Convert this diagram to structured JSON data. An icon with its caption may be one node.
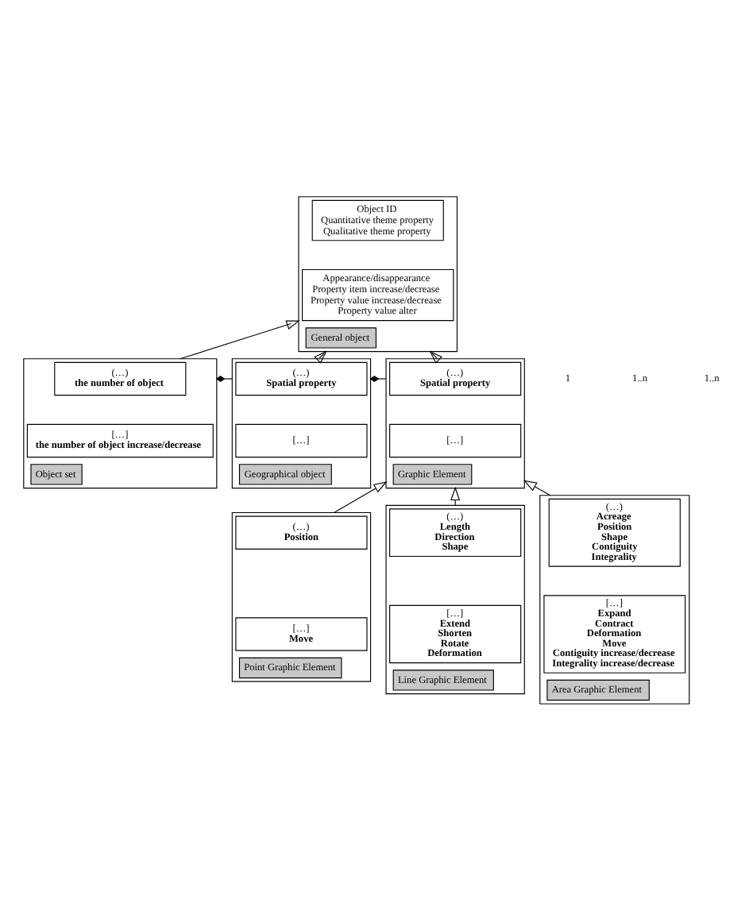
{
  "diagram": {
    "nodes": [
      {
        "text": [
          "General object"
        ]
      },
      {
        "text": [
          "Object ID",
          "Quantitative theme property",
          "Qualitative theme property"
        ],
        "in": 0
      },
      {
        "text": [
          "Appearance/disappearance",
          "Property item increase/decrease",
          "Property value increase/decrease",
          "Property value alter"
        ],
        "in": 0
      },
      {
        "text": [
          "Object set"
        ]
      },
      {
        "text": [
          "(…)",
          "the number of object"
        ],
        "in": 3
      },
      {
        "text": [
          "[…]",
          "the number of object increase/decrease"
        ],
        "in": 3
      },
      {
        "text": [
          "Geographical object"
        ]
      },
      {
        "text": [
          "(…)",
          "Spatial property"
        ],
        "in": 6
      },
      {
        "text": [
          "[…]"
        ],
        "in": 6
      },
      {
        "text": [
          "Graphic Element"
        ]
      },
      {
        "text": [
          "(…)",
          "Spatial property"
        ],
        "in": 9
      },
      {
        "text": [
          "[…]"
        ],
        "in": 9
      },
      {
        "text": [
          "Point Graphic Element"
        ]
      },
      {
        "text": [
          "(…)",
          "Position"
        ],
        "in": 12
      },
      {
        "text": [
          "[…]",
          "Move"
        ],
        "in": 12
      },
      {
        "text": [
          "Line Graphic Element"
        ]
      },
      {
        "text": [
          "(…)",
          "Length",
          "Direction",
          "Shape"
        ],
        "in": 15
      },
      {
        "text": [
          "[…]",
          "Extend",
          "Shorten",
          "Rotate",
          "Deformation"
        ],
        "in": 15
      },
      {
        "text": [
          "Area Graphic Element"
        ]
      },
      {
        "text": [
          "(…)",
          "Acreage",
          "Position",
          "Shape",
          "Contiguity",
          "Integrality"
        ],
        "in": 18
      },
      {
        "text": [
          "[…]",
          "Expand",
          "Contract",
          "Deformation",
          "Move",
          "Contiguity increase/decrease",
          "Integrality increase/decrease"
        ],
        "in": 18
      }
    ],
    "edges": [
      {
        "from": 3,
        "to": 0,
        "arrow": "to"
      },
      {
        "from": 6,
        "to": 0,
        "arrow": "to"
      },
      {
        "from": 9,
        "to": 0,
        "arrow": "to"
      },
      {
        "from": 3,
        "to": 6,
        "arrow": "other"
      },
      {
        "from": 6,
        "to": 9,
        "arrow": "other"
      },
      {
        "from": 12,
        "to": 9,
        "arrow": "to"
      },
      {
        "from": 15,
        "to": 9,
        "arrow": "to"
      },
      {
        "from": 18,
        "to": 9,
        "arrow": "to"
      }
    ],
    "labels": [
      "1",
      "1..n",
      "1..n"
    ]
  }
}
